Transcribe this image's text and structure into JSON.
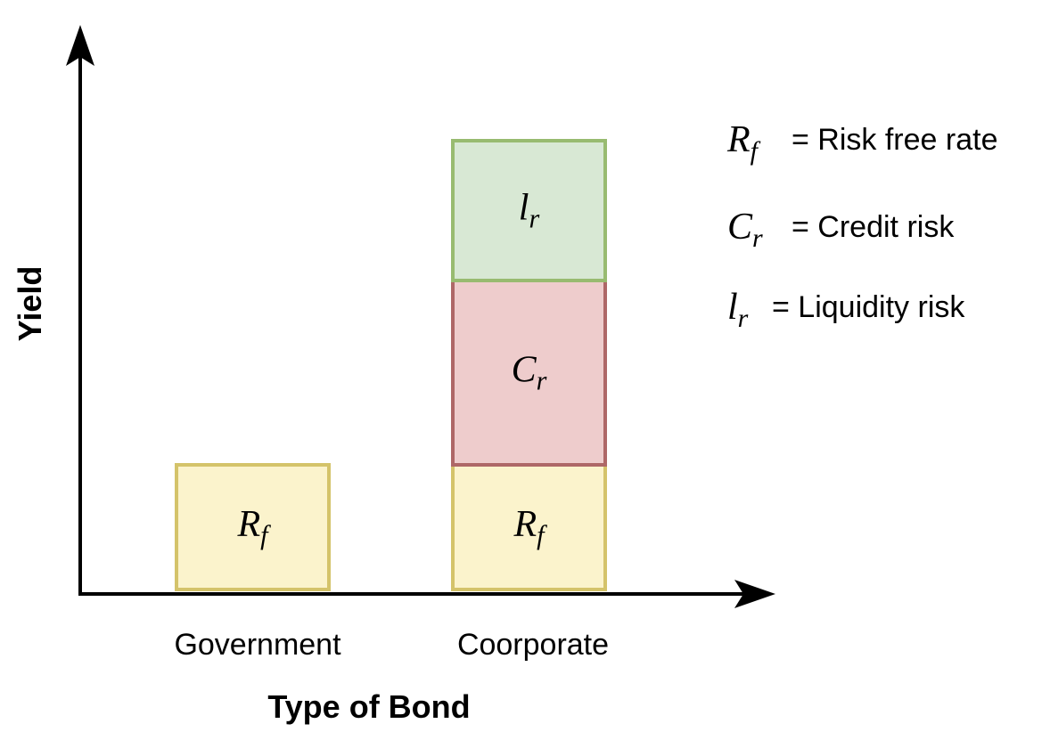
{
  "axes": {
    "y_label": "Yield",
    "x_label": "Type of Bond"
  },
  "categories": [
    {
      "label": "Government",
      "segments": [
        {
          "symbol": "R",
          "sub": "f",
          "fill": "#fbf3cc",
          "stroke": "#d4c36a"
        }
      ]
    },
    {
      "label": "Coorporate",
      "segments": [
        {
          "symbol": "R",
          "sub": "f",
          "fill": "#fbf3cc",
          "stroke": "#d4c36a"
        },
        {
          "symbol": "C",
          "sub": "r",
          "fill": "#eecccc",
          "stroke": "#ae6767"
        },
        {
          "symbol": "l",
          "sub": "r",
          "fill": "#d8e8d4",
          "stroke": "#98bb70"
        }
      ]
    }
  ],
  "legend": [
    {
      "symbol": "R",
      "sub": "f",
      "text": "= Risk free rate"
    },
    {
      "symbol": "C",
      "sub": "r",
      "text": "= Credit risk"
    },
    {
      "symbol": "l",
      "sub": "r",
      "text": "= Liquidity risk"
    }
  ],
  "colors": {
    "axis": "#000000"
  }
}
